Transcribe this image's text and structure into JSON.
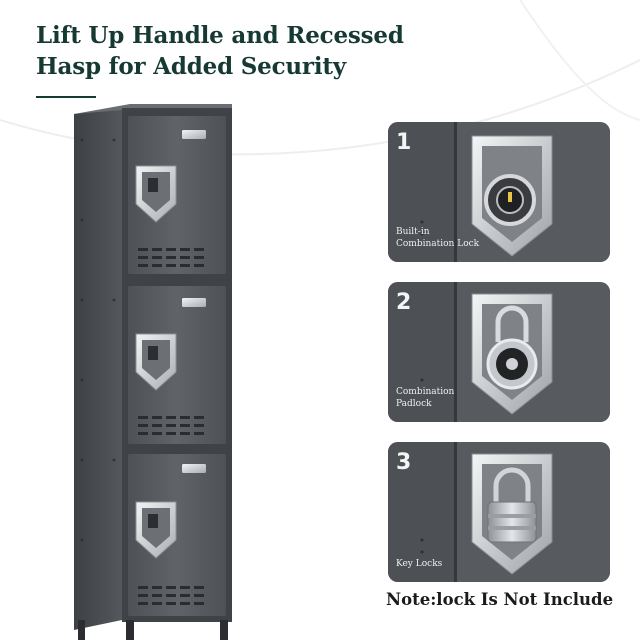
{
  "headline": {
    "line1": "Lift Up Handle and Recessed",
    "line2": "Hasp for Added Security"
  },
  "lock_panels": [
    {
      "number": "1",
      "caption_line1": "Built-in",
      "caption_line2": "Combination Lock"
    },
    {
      "number": "2",
      "caption_line1": "Combination",
      "caption_line2": "Padlock"
    },
    {
      "number": "3",
      "caption_line1": "Key Locks",
      "caption_line2": ""
    }
  ],
  "note": "Note:lock Is Not Include",
  "colors": {
    "headline": "#163a33",
    "locker_body": "#55585c",
    "panel_bg": "#4a4d52",
    "hasp_metal": "#c9ccd0"
  },
  "icons": [
    "combination-dial-icon",
    "padlock-icon",
    "key-lock-icon"
  ]
}
